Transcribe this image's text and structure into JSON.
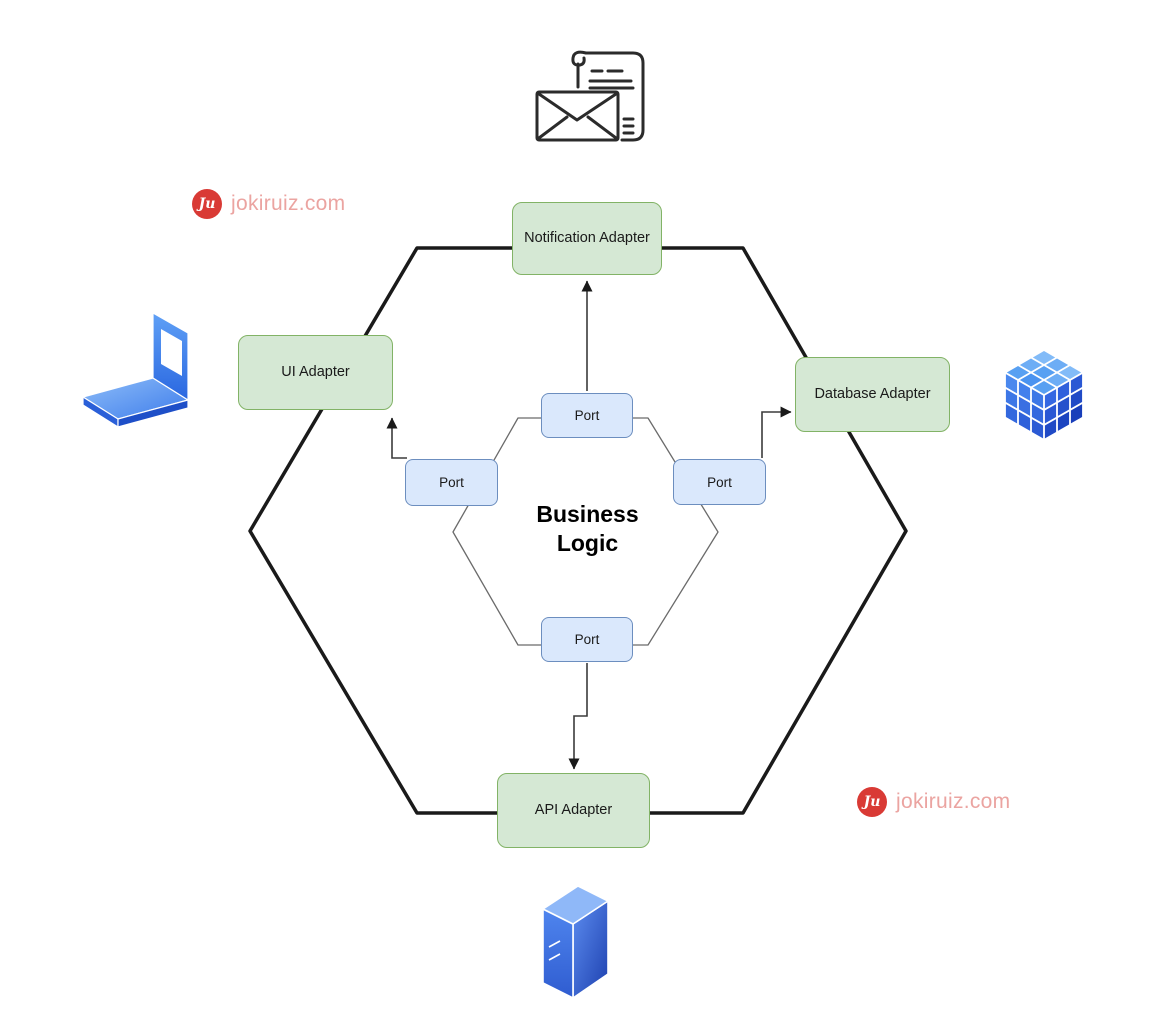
{
  "page": {
    "background": "#ffffff"
  },
  "watermarks": {
    "brand_text": "jokiruiz.com",
    "logo_monogram": "Ju",
    "logo_color": "#d93a35",
    "text_color": "#eba4a1"
  },
  "diagram": {
    "type": "hexagonal-architecture",
    "center": {
      "line1": "Business",
      "line2": "Logic"
    },
    "adapters": {
      "notification": "Notification Adapter",
      "ui": "UI Adapter",
      "database": "Database Adapter",
      "api": "API Adapter"
    },
    "ports": {
      "top": "Port",
      "left": "Port",
      "right": "Port",
      "bottom": "Port"
    },
    "icons": [
      "email-letter-icon",
      "laptop-icon",
      "data-cube-icon",
      "server-icon"
    ],
    "colors": {
      "adapter_fill": "#d5e8d4",
      "adapter_border": "#82b366",
      "port_fill": "#dae8fc",
      "port_border": "#6c8ebf",
      "outer_hexagon": "#1a1a1a",
      "inner_hexagon": "#666666",
      "arrow": "#3b3b3b",
      "icon_blue": "#2f6be0"
    }
  }
}
